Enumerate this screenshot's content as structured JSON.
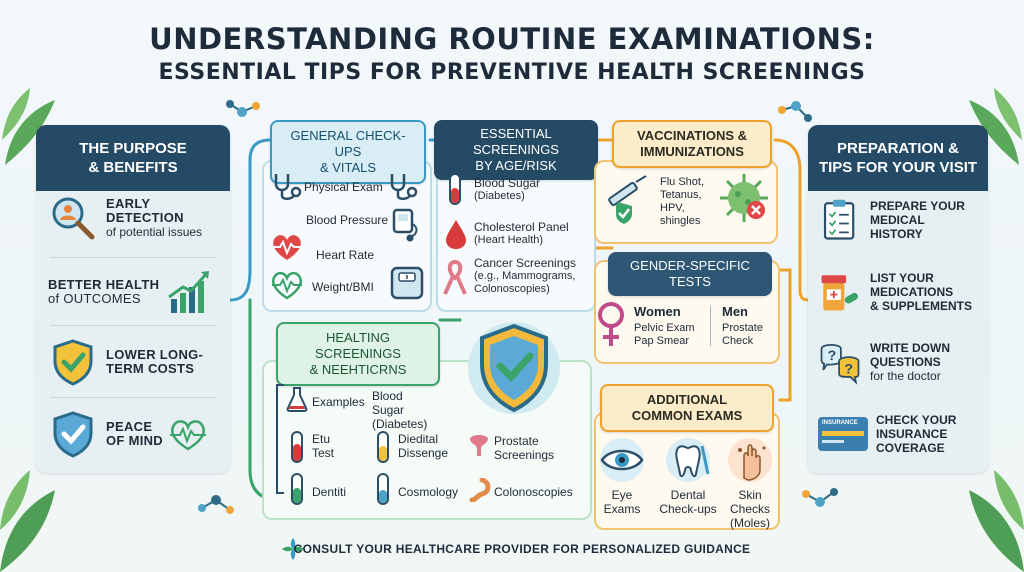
{
  "title": {
    "line1": "UNDERSTANDING ROUTINE EXAMINATIONS:",
    "line2": "ESSENTIAL TIPS FOR PREVENTIVE HEALTH SCREENINGS"
  },
  "left_panel": {
    "header": [
      "THE PURPOSE",
      "& BENEFITS"
    ],
    "items": [
      {
        "bold": "EARLY DETECTION",
        "text": "of potential issues",
        "icon": "magnifier-person-icon"
      },
      {
        "bold": "BETTER HEALTH",
        "text": "of OUTCOMES",
        "icon": "growth-chart-icon"
      },
      {
        "bold": "LOWER LONG-TERM COSTS",
        "text": "",
        "icon": "shield-check-icon"
      },
      {
        "bold": "PEACE OF MIND",
        "text": "",
        "icon": "heart-shield-icon"
      }
    ]
  },
  "general": {
    "header": [
      "GENERAL CHECK-UPS",
      "& VITALS"
    ],
    "items": [
      "Physical Exam",
      "Blood Pressure",
      "Heart Rate",
      "Weight/BMI"
    ]
  },
  "essential": {
    "header": [
      "ESSENTIAL SCREENINGS",
      "BY AGE/RISK"
    ],
    "items": [
      {
        "title": "Blood Sugar",
        "sub": "(Diabetes)"
      },
      {
        "title": "Cholesterol Panel",
        "sub": "(Heart Health)"
      },
      {
        "title": "Cancer Screenings",
        "sub": "(e.g., Mammograms, Colonoscopies)"
      }
    ]
  },
  "vaccinations": {
    "header": [
      "VACCINATIONS &",
      "IMMUNIZATIONS"
    ],
    "items": [
      "Flu Shot,",
      "Tetanus,",
      "HPV,",
      "shingles"
    ]
  },
  "gender": {
    "header": [
      "GENDER-SPECIFIC",
      "TESTS"
    ],
    "women_title": "Women",
    "women_items": [
      "Pelvic Exam",
      "Pap Smear"
    ],
    "men_title": "Men",
    "men_items": [
      "Prostate",
      "Check"
    ]
  },
  "healting": {
    "header": [
      "HEALTING SCREENINGS",
      "& NEEHTICRNS"
    ],
    "items": [
      {
        "label": "Examples",
        "extra": "Blood Sugar (Diabetes)"
      },
      {
        "label": "Etu Test",
        "extra": "Diedital Dissenge"
      },
      {
        "label": "Dentiti",
        "extra": "Cosmology"
      }
    ],
    "right_items": [
      "Prostate Screenings",
      "Colonoscopies"
    ]
  },
  "additional": {
    "header": [
      "ADDITIONAL",
      "COMMON EXAMS"
    ],
    "items": [
      {
        "lines": [
          "Eye",
          "Exams"
        ]
      },
      {
        "lines": [
          "Dental",
          "Check-ups"
        ]
      },
      {
        "lines": [
          "Skin",
          "Checks",
          "(Moles)"
        ]
      }
    ]
  },
  "right_panel": {
    "header": [
      "PREPARATION &",
      "TIPS FOR YOUR VISIT"
    ],
    "items": [
      {
        "bold": [
          "PREPARE YOUR",
          "MEDICAL",
          "HISTORY"
        ],
        "text": ""
      },
      {
        "bold": [
          "LIST YOUR",
          "MEDICATIONS",
          "& SUPPLEMENTS"
        ],
        "text": ""
      },
      {
        "bold": [
          "WRITE DOWN",
          "QUESTIONS"
        ],
        "text": "for the doctor"
      },
      {
        "bold": [
          "CHECK YOUR",
          "INSURANCE",
          "COVERAGE"
        ],
        "text": ""
      }
    ],
    "insurance_card_label": "INSURANCE"
  },
  "footer": "CONSULT YOUR HEALTHCARE PROVIDER FOR PERSONALIZED GUIDANCE",
  "colors": {
    "navy": "#254a66",
    "blue": "#3a9ac4",
    "orange": "#efa22a",
    "green": "#3aa36a"
  }
}
